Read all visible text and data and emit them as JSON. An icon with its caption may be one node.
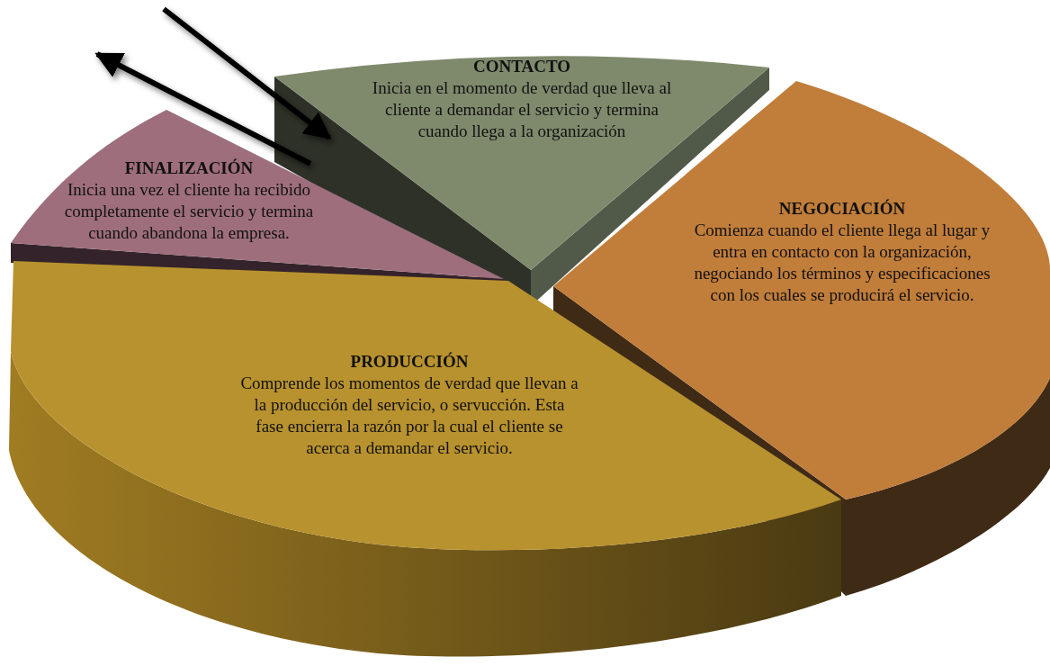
{
  "diagram": {
    "nodes": [
      {
        "text": [
          "CONTACTO",
          "Inicia en el momento de verdad que lleva al cliente a demandar el servicio y termina cuando llega a la organización"
        ]
      },
      {
        "text": [
          "FINALIZACIÓN",
          "Inicia una vez el cliente ha recibido completamente el servicio y termina cuando abandona la empresa."
        ]
      },
      {
        "text": [
          "NEGOCIACIÓN",
          "Comienza cuando el cliente llega al lugar y entra en contacto con la organización, negociando los términos y especificaciones con los cuales se producirá el servicio."
        ]
      },
      {
        "text": [
          "PRODUCCIÓN",
          "Comprende los momentos de verdad que llevan a la producción del servicio, o servucción. Esta fase encierra la razón por la cual el cliente se acerca a demandar el servicio."
        ]
      }
    ],
    "edges": [
      {
        "from": null,
        "to": 0,
        "arrow": "to"
      },
      {
        "from": 1,
        "to": null,
        "arrow": "to"
      }
    ]
  }
}
